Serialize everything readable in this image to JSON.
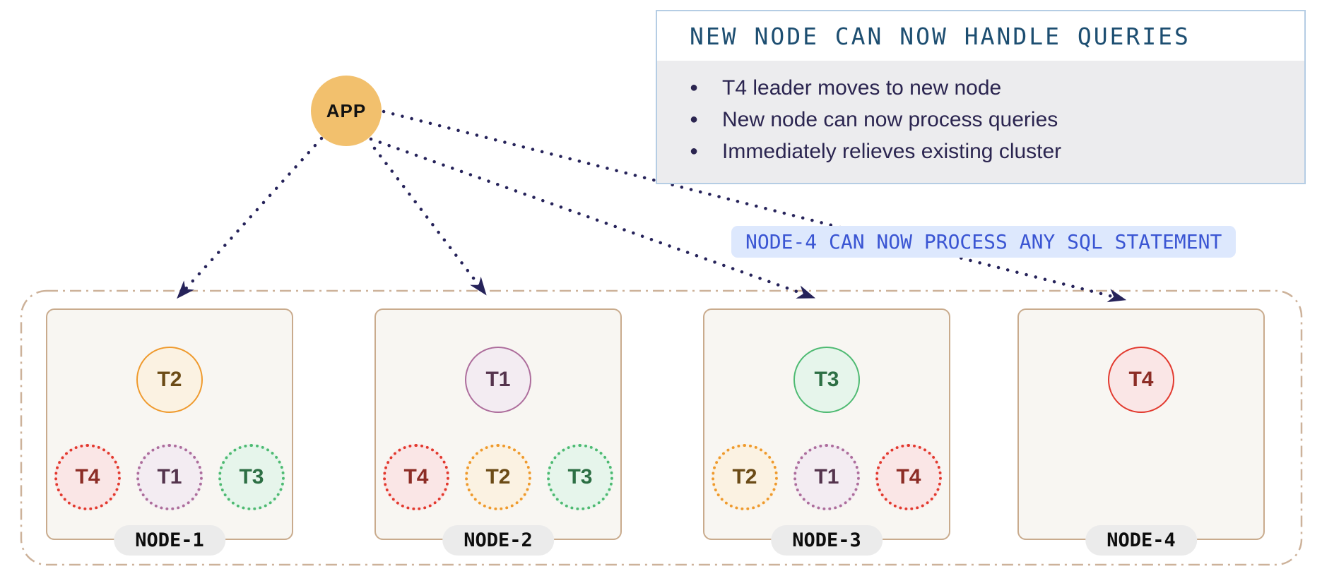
{
  "app": {
    "label": "APP"
  },
  "callout": {
    "title": "NEW NODE CAN NOW HANDLE QUERIES",
    "bullets": [
      "T4 leader moves to new node",
      "New node can now process queries",
      "Immediately relieves existing cluster"
    ]
  },
  "flow_label": {
    "text": "NODE-4 CAN NOW PROCESS ANY SQL STATEMENT"
  },
  "cluster": {
    "nodes": [
      {
        "name": "NODE-1",
        "leader": {
          "id": "T2",
          "color": "orange"
        },
        "followers": [
          {
            "id": "T4",
            "color": "red"
          },
          {
            "id": "T1",
            "color": "purple"
          },
          {
            "id": "T3",
            "color": "green"
          }
        ]
      },
      {
        "name": "NODE-2",
        "leader": {
          "id": "T1",
          "color": "purple"
        },
        "followers": [
          {
            "id": "T4",
            "color": "red"
          },
          {
            "id": "T2",
            "color": "orange"
          },
          {
            "id": "T3",
            "color": "green"
          }
        ]
      },
      {
        "name": "NODE-3",
        "leader": {
          "id": "T3",
          "color": "green"
        },
        "followers": [
          {
            "id": "T2",
            "color": "orange"
          },
          {
            "id": "T1",
            "color": "purple"
          },
          {
            "id": "T4",
            "color": "red"
          }
        ]
      },
      {
        "name": "NODE-4",
        "leader": {
          "id": "T4",
          "color": "red"
        },
        "followers": []
      }
    ]
  },
  "palette": {
    "app_fill": "#f2c06d",
    "arrow": "#26235a",
    "callout_border": "#b5cde4",
    "callout_title_text": "#1d4e71",
    "callout_body_bg": "#ececee",
    "callout_body_text": "#2b2550",
    "flow_label_bg": "#dde8fd",
    "flow_label_text": "#3a55d3",
    "node_border": "#c9ab8d",
    "node_fill": "#f8f6f2",
    "boundary": "#cdb29a",
    "node_label_bg": "#ebebeb",
    "tablet_red": "#e2392e",
    "tablet_purple": "#ad6d9c",
    "tablet_orange": "#ef9a2d",
    "tablet_green": "#4eba72"
  }
}
